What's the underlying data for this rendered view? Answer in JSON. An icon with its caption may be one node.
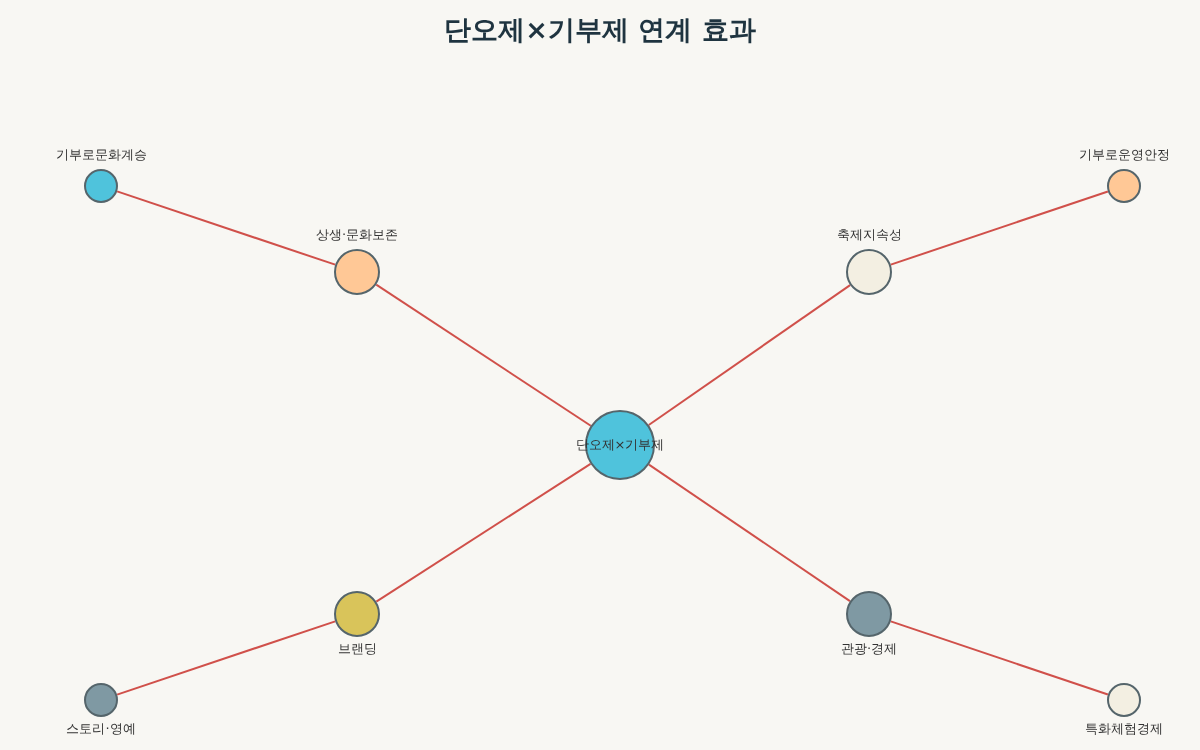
{
  "diagram": {
    "title": "단오제×기부제 연계 효과",
    "nodes": [
      {
        "text": [
          "단오제×기부제"
        ]
      },
      {
        "text": [
          "상생·문화보존"
        ]
      },
      {
        "text": [
          "기부로문화계승"
        ]
      },
      {
        "text": [
          "축제지속성"
        ]
      },
      {
        "text": [
          "기부로운영안정"
        ]
      },
      {
        "text": [
          "브랜딩"
        ]
      },
      {
        "text": [
          "스토리·영예"
        ]
      },
      {
        "text": [
          "관광·경제"
        ]
      },
      {
        "text": [
          "특화체험경제"
        ]
      }
    ],
    "edges": [
      {
        "from": 0,
        "to": 1,
        "arrow": "none"
      },
      {
        "from": 1,
        "to": 2,
        "arrow": "none"
      },
      {
        "from": 0,
        "to": 3,
        "arrow": "none"
      },
      {
        "from": 3,
        "to": 4,
        "arrow": "none"
      },
      {
        "from": 0,
        "to": 5,
        "arrow": "none"
      },
      {
        "from": 5,
        "to": 6,
        "arrow": "none"
      },
      {
        "from": 0,
        "to": 7,
        "arrow": "none"
      },
      {
        "from": 7,
        "to": 8,
        "arrow": "none"
      }
    ]
  }
}
